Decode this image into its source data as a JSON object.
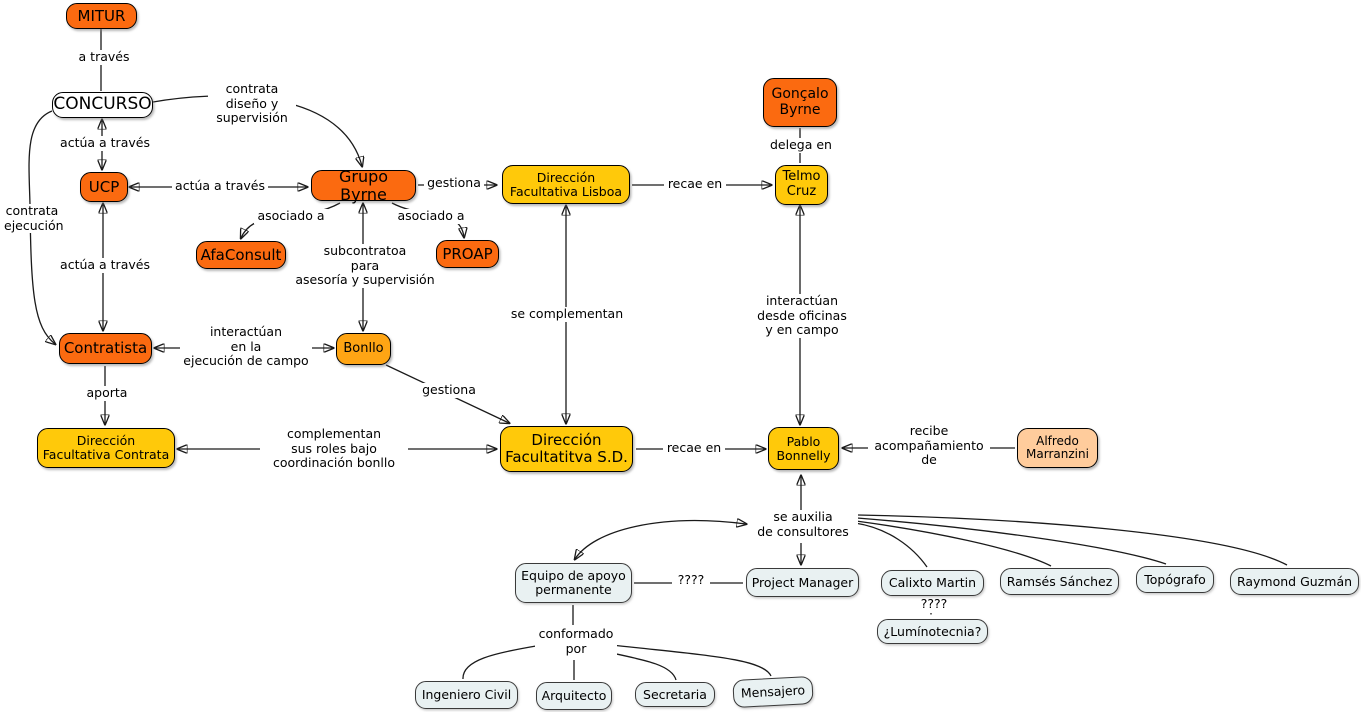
{
  "diagram_type": "concept-map",
  "colors": {
    "node_orange": "#FB6A10",
    "node_amber": "#FFA514",
    "node_yellow": "#FFC90A",
    "node_peach": "#FFCC9C",
    "node_light_gray": "#E9F1F2",
    "node_white": "#FFFFFF",
    "line": "#1A1A1A",
    "text": "#000000"
  },
  "nodes": {
    "mitur": {
      "label": "MITUR"
    },
    "concurso": {
      "label": "CONCURSO"
    },
    "ucp": {
      "label": "UCP"
    },
    "grupo_byrne": {
      "label": "Grupo Byrne"
    },
    "afaconsult": {
      "label": "AfaConsult"
    },
    "proap": {
      "label": "PROAP"
    },
    "contratista": {
      "label": "Contratista"
    },
    "bonllo": {
      "label": "Bonllo"
    },
    "goncalo_byrne": {
      "label": "Gonçalo Byrne"
    },
    "telmo_cruz": {
      "label": "Telmo Cruz"
    },
    "df_lisboa": {
      "label": "Dirección Facultativa Lisboa"
    },
    "df_contrata": {
      "label": "Dirección Facultativa Contrata"
    },
    "df_sd": {
      "label": "Dirección Facultatitva S.D."
    },
    "pablo_bonnelly": {
      "label": "Pablo Bonnelly"
    },
    "alfredo_marranzini": {
      "label": "Alfredo Marranzini"
    },
    "equipo_apoyo": {
      "label": "Equipo de apoyo permanente"
    },
    "project_manager": {
      "label": "Project Manager"
    },
    "calixto_martin": {
      "label": "Calixto Martin"
    },
    "ramses_sanchez": {
      "label": "Ramsés Sánchez"
    },
    "topografo": {
      "label": "Topógrafo"
    },
    "raymond_guzman": {
      "label": "Raymond Guzmán"
    },
    "luminotecnia": {
      "label": "¿Lumínotecnia?"
    },
    "ingeniero_civil": {
      "label": "Ingeniero Civil"
    },
    "arquitecto": {
      "label": "Arquitecto"
    },
    "secretaria": {
      "label": "Secretaria"
    },
    "mensajero": {
      "label": "Mensajero"
    }
  },
  "edge_labels": {
    "a_traves": {
      "text": "a través"
    },
    "contrata_diseno": {
      "text": "contrata\ndiseño y\nsupervisión"
    },
    "actua_concurso_ucp": {
      "text": "actúa a través"
    },
    "actua_ucp_byrne": {
      "text": "actúa a través"
    },
    "gestiona_byrne": {
      "text": "gestiona"
    },
    "recae_lisboa": {
      "text": "recae en"
    },
    "delega_en": {
      "text": "delega en"
    },
    "asociado_afa": {
      "text": "asociado a"
    },
    "asociado_proap": {
      "text": "asociado a"
    },
    "subcontratoa": {
      "text": "subcontratoa\npara\nasesoría y supervisión"
    },
    "contrata_ejecucion": {
      "text": "contrata\nejecución"
    },
    "actua_ucp_contratista": {
      "text": "actúa a través"
    },
    "interactuan_campo": {
      "text": "interactúan\nen la\nejecución de campo"
    },
    "aporta": {
      "text": "aporta"
    },
    "complementan_roles": {
      "text": "complementan\nsus roles bajo\ncoordinación bonllo"
    },
    "gestiona_bonllo": {
      "text": "gestiona"
    },
    "se_complementan": {
      "text": "se complementan"
    },
    "interactuan_oficinas": {
      "text": "interactúan\ndesde oficinas\ny en campo"
    },
    "recae_sd": {
      "text": "recae en"
    },
    "recibe_acompanamiento": {
      "text": "recibe\nacompañamiento\nde"
    },
    "se_auxilia": {
      "text": "se auxilia\nde consultores"
    },
    "question_equipo_pm": {
      "text": "????"
    },
    "conformado_por": {
      "text": "conformado\npor"
    },
    "question_calixto": {
      "text": "????"
    }
  }
}
